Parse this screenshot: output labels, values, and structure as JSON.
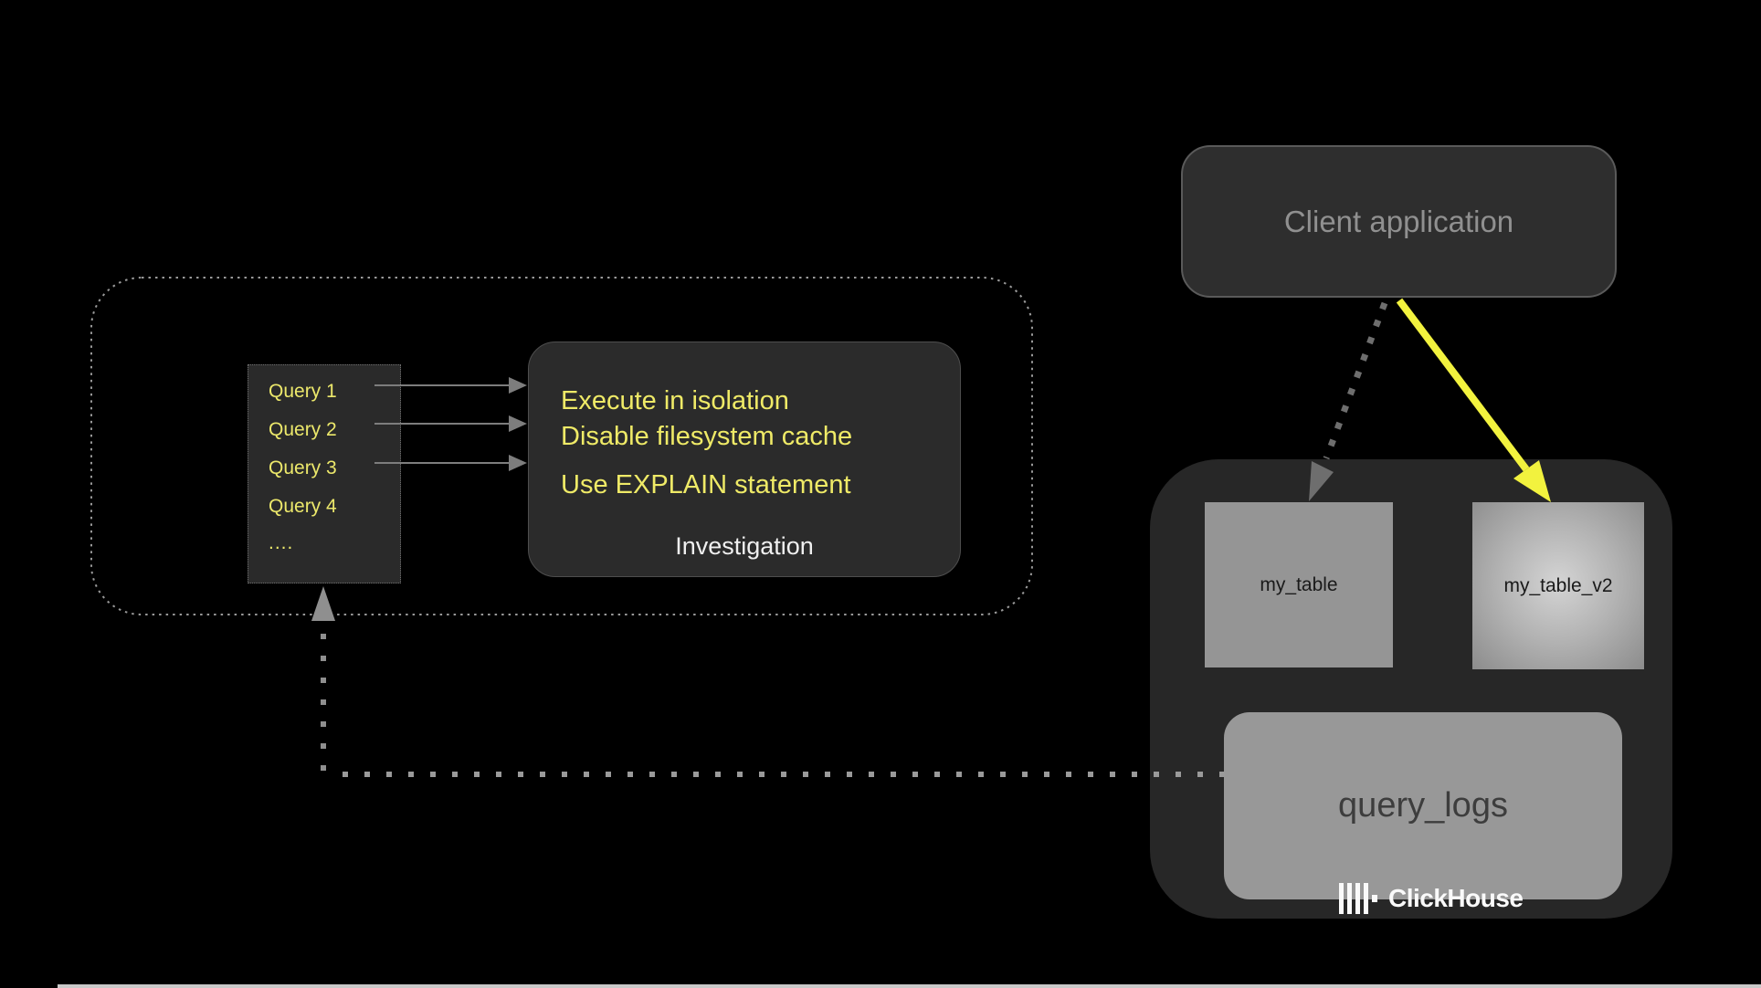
{
  "canvas": {
    "background": "#000000"
  },
  "colors": {
    "highlight_yellow": "#ECE86B",
    "arrow_yellow": "#F2F23E",
    "connector_gray": "#9A9A9A",
    "box_gray": "#2B2B2B",
    "table_gray": "#959595"
  },
  "query_list": {
    "items": [
      "Query 1",
      "Query 2",
      "Query 3",
      "Query 4",
      "...."
    ]
  },
  "investigation": {
    "tips": [
      "Execute in isolation",
      "Disable filesystem cache",
      "Use EXPLAIN statement"
    ],
    "label": "Investigation"
  },
  "client_application": {
    "label": "Client application"
  },
  "clickhouse": {
    "table_left": "my_table",
    "table_right": "my_table_v2",
    "query_logs": "query_logs",
    "brand": "ClickHouse"
  }
}
